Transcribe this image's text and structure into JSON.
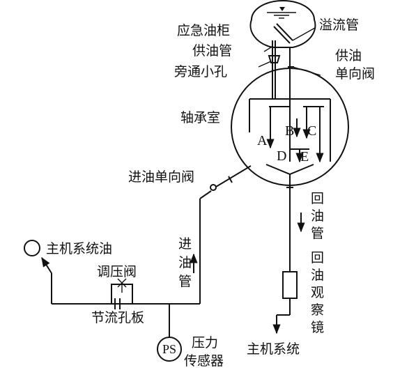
{
  "labels": {
    "emergency_tank": "应急油柜",
    "supply_pipe": "供油管",
    "bypass_hole": "旁通小孔",
    "overflow_pipe": "溢流管",
    "supply_check_valve_1": "供油",
    "supply_check_valve_2": "单向阀",
    "bearing_chamber": "轴承室",
    "inlet_check_valve": "进油单向阀",
    "main_system_oil": "主机系统油",
    "pressure_valve": "调压阀",
    "orifice_plate": "节流孔板",
    "pressure_sensor_1": "压力",
    "pressure_sensor_2": "传感器",
    "ps_symbol": "PS",
    "main_system": "主机系统",
    "inlet_pipe": [
      "进",
      "油",
      "管"
    ],
    "return_pipe": [
      "回",
      "油",
      "管"
    ],
    "return_sight_glass": [
      "回",
      "油",
      "观",
      "察",
      "镜"
    ]
  },
  "bearing_points": [
    "A",
    "B",
    "C",
    "D",
    "E"
  ],
  "colors": {
    "line": "#111111",
    "background": "#ffffff"
  }
}
